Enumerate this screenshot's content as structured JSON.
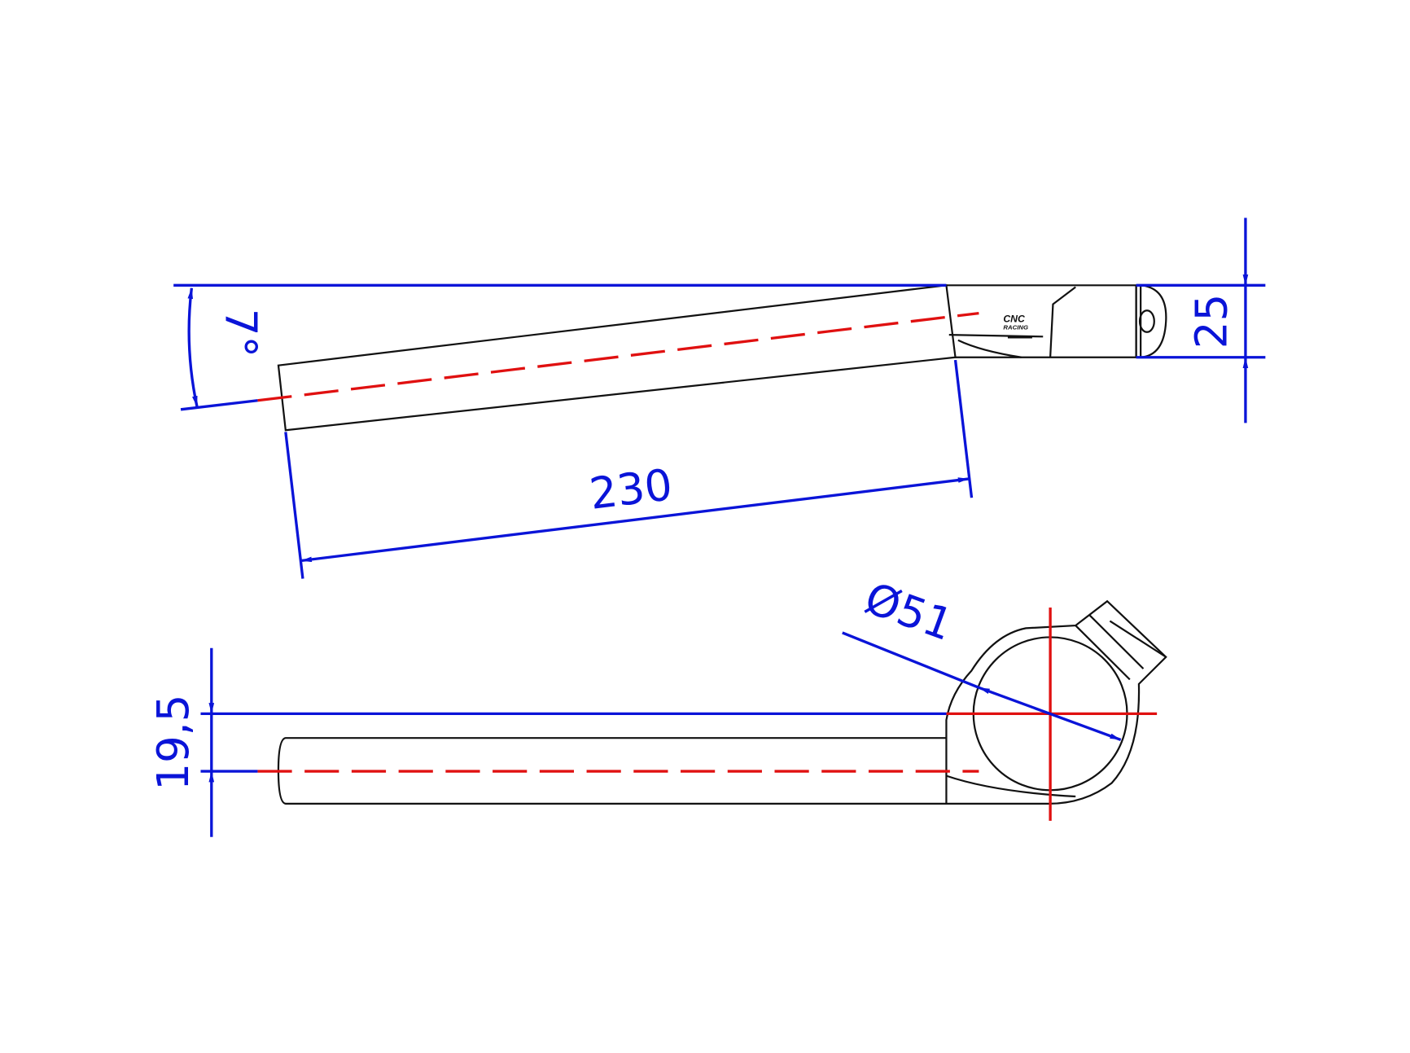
{
  "drawing": {
    "colors": {
      "dimension": "#0a14d8",
      "centerline": "#e01010",
      "outline": "#111111"
    },
    "top_view": {
      "angle_label": "7°",
      "length_label": "230",
      "height_label": "25",
      "logo_text": "CNC RACING"
    },
    "side_view": {
      "offset_label": "19,5",
      "diameter_label": "Ø51"
    }
  }
}
